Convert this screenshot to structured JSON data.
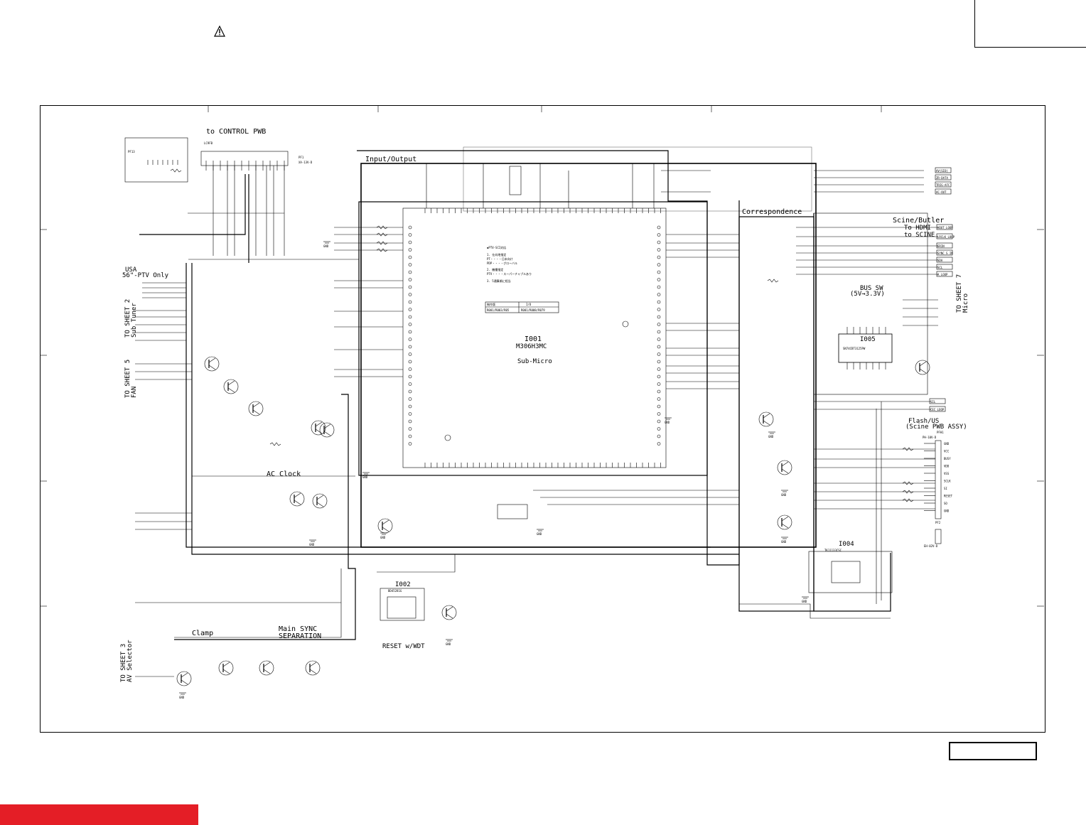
{
  "sections": {
    "to_control_pwb": "to CONTROL PWB",
    "input_output": "Input/Output",
    "correspondence": "Correspondence",
    "scine_butler_1": "Scine/Butler",
    "scine_butler_2": "To HDMI",
    "scine_butler_3": "to SCINE",
    "usa": "USA",
    "usa_sub": "56\"-PTV Only",
    "to_sheet_2": "TO SHEET 2",
    "to_sheet_2b": "Sub Tuner",
    "to_sheet_5": "TO SHEET 5",
    "to_sheet_5b": "FAN",
    "ac_clock": "AC Clock",
    "clamp": "Clamp",
    "main_sync_1": "Main SYNC",
    "main_sync_2": "SEPARATION",
    "to_sheet_3": "TO SHEET 3",
    "to_sheet_3b": "AV Selector",
    "reset_wdt": "RESET w/WDT",
    "flash_us_1": "Flash/US",
    "flash_us_2": "(Scine PWB ASSY)",
    "to_sheet_7": "TO SHEET 7",
    "to_sheet_7b": "Micro"
  },
  "ics": {
    "i001": {
      "ref": "I001",
      "part": "M306H3MC",
      "label": "Sub-Micro"
    },
    "i002": {
      "ref": "I002",
      "part": "BD45281G"
    },
    "i004": {
      "ref": "I004",
      "part": "TK11133CSC"
    },
    "i005": {
      "ref": "I005",
      "part": "SN74CBT3125PW"
    },
    "bus_sw": "BUS SW",
    "bus_sw_v": "(5V→3.3V)"
  },
  "connectors": {
    "pf1": {
      "ref": "PF1",
      "part": "XA-13V-D"
    },
    "pfh1": {
      "ref": "PFH1",
      "part": "PH-10V-D"
    },
    "pf2": {
      "ref": "PF2",
      "part": "EH-02V-D"
    },
    "lcpf": "LC9FB",
    "pf13": "PF13"
  },
  "notes": {
    "header": "◆PTV-SCI対応",
    "line1": "1. 仕向地指定",
    "line2": "PT・・・・日本向け",
    "line3": "PDP・・・・グローバル",
    "line4": "2. 機種指定",
    "line5": "PTV・・・・スーパーチャプルあり",
    "line6": "3. 5通算順に相当",
    "table_h1": "制作版",
    "table_h2": "I/O",
    "table_r1": "R001/R003/R05",
    "table_r2": "R001/R008/R079"
  },
  "right_signals": [
    "AV(SIO)",
    "ZR-DATA",
    "TRIG-AFC",
    "AC-OUT",
    "HOUT_LOOP",
    "LRCLK_LOOP",
    "ERIN",
    "SYNC_S_IN",
    "SDA",
    "SCL",
    "A_LOOP",
    "SIL",
    "CEC_LOOP"
  ],
  "flash_pins": [
    "GND",
    "VCC",
    "BUSY",
    "VDD",
    "VSS",
    "SCLK",
    "SI",
    "RESET",
    "SO",
    "GND"
  ],
  "ground_label": "GND"
}
